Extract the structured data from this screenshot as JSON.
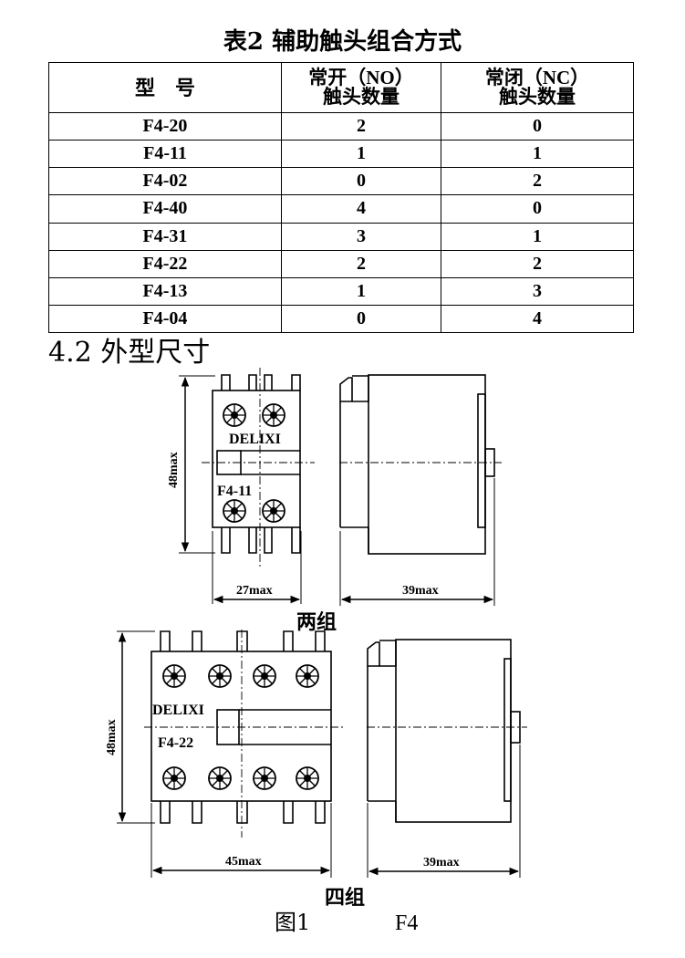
{
  "table": {
    "title": "表2  辅助触头组合方式",
    "headers": {
      "model": "型　号",
      "no_line1": "常开（NO）",
      "no_line2": "触头数量",
      "nc_line1": "常闭（NC）",
      "nc_line2": "触头数量"
    },
    "rows": [
      {
        "model": "F4-20",
        "no": "2",
        "nc": "0"
      },
      {
        "model": "F4-11",
        "no": "1",
        "nc": "1"
      },
      {
        "model": "F4-02",
        "no": "0",
        "nc": "2"
      },
      {
        "model": "F4-40",
        "no": "4",
        "nc": "0"
      },
      {
        "model": "F4-31",
        "no": "3",
        "nc": "1"
      },
      {
        "model": "F4-22",
        "no": "2",
        "nc": "2"
      },
      {
        "model": "F4-13",
        "no": "1",
        "nc": "3"
      },
      {
        "model": "F4-04",
        "no": "0",
        "nc": "4"
      }
    ]
  },
  "section": {
    "title": "4.2 外型尺寸"
  },
  "figure_two_group": {
    "brand": "DELIXI",
    "model": "F4-11",
    "height_dim": "48max",
    "width_dim": "27max",
    "depth_dim": "39max",
    "caption": "两组"
  },
  "figure_four_group": {
    "brand": "DELIXI",
    "model": "F4-22",
    "height_dim": "48max",
    "width_dim": "45max",
    "depth_dim": "39max",
    "caption": "四组"
  },
  "figure_caption": {
    "label": "图1",
    "name": "F4"
  }
}
